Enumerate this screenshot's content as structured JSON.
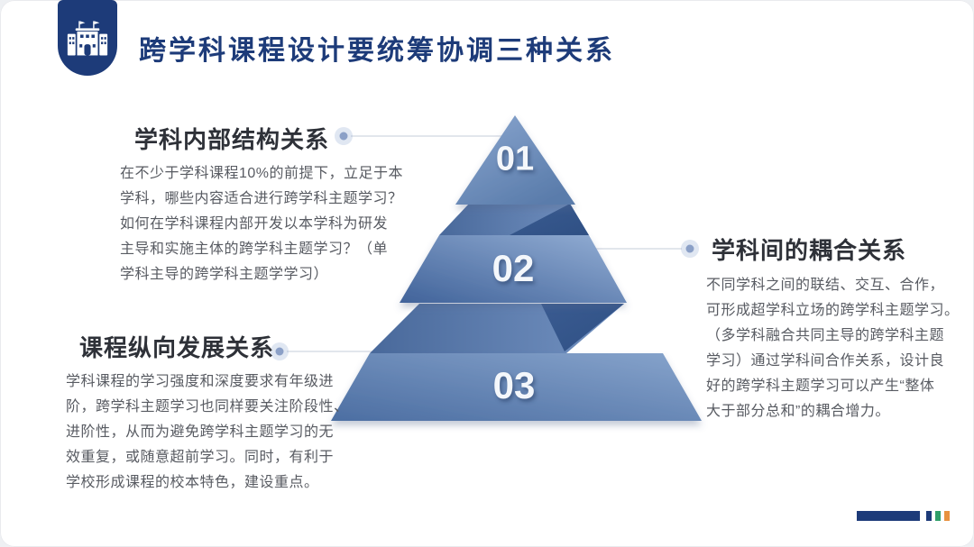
{
  "header": {
    "title": "跨学科课程设计要统筹协调三种关系",
    "badge": {
      "icon": "school-building-icon",
      "color": "#1d3b79"
    }
  },
  "sections": [
    {
      "position": "top-left",
      "heading": "学科内部结构关系",
      "body_lines": [
        "在不少于学科课程10%的前提下，立足于本",
        "学科，哪些内容适合进行跨学科主题学习？",
        "如何在学科课程内部开发以本学科为研发",
        "主导和实施主体的跨学科主题学习？（单",
        "学科主导的跨学科主题学学习）"
      ]
    },
    {
      "position": "right",
      "heading": "学科间的耦合关系",
      "body_lines": [
        "不同学科之间的联结、交互、合作，",
        "可形成超学科立场的跨学科主题学习。",
        "（多学科融合共同主导的跨学科主题",
        "学习）通过学科间合作关系，设计良",
        "好的跨学科主题学习可以产生“整体",
        "大于部分总和”的耦合增力。",
        ""
      ]
    },
    {
      "position": "bottom-left",
      "heading": "课程纵向发展关系",
      "body_lines": [
        "学科课程的学习强度和深度要求有年级进",
        "阶，跨学科主题学习也同样要关注阶段性、",
        "进阶性，从而为避免跨学科主题学习的无",
        "效重复，或随意超前学习。同时，有利于",
        "学校形成课程的校本特色，建设重点。"
      ]
    }
  ],
  "pyramid": {
    "type": "folded-ribbon-pyramid",
    "levels": [
      {
        "label": "01",
        "linked_heading": "学科内部结构关系"
      },
      {
        "label": "02",
        "linked_heading": "学科间的耦合关系"
      },
      {
        "label": "03",
        "linked_heading": "课程纵向发展关系"
      }
    ],
    "colors": {
      "face_light": "#8fabd2",
      "face_dark": "#45669a",
      "fold_dark": "#3a5b91"
    }
  },
  "footer": {
    "bar_color": "#1d3b79",
    "accent_squares": [
      "#1d3b79",
      "#2f9e69",
      "#e8913f"
    ]
  }
}
